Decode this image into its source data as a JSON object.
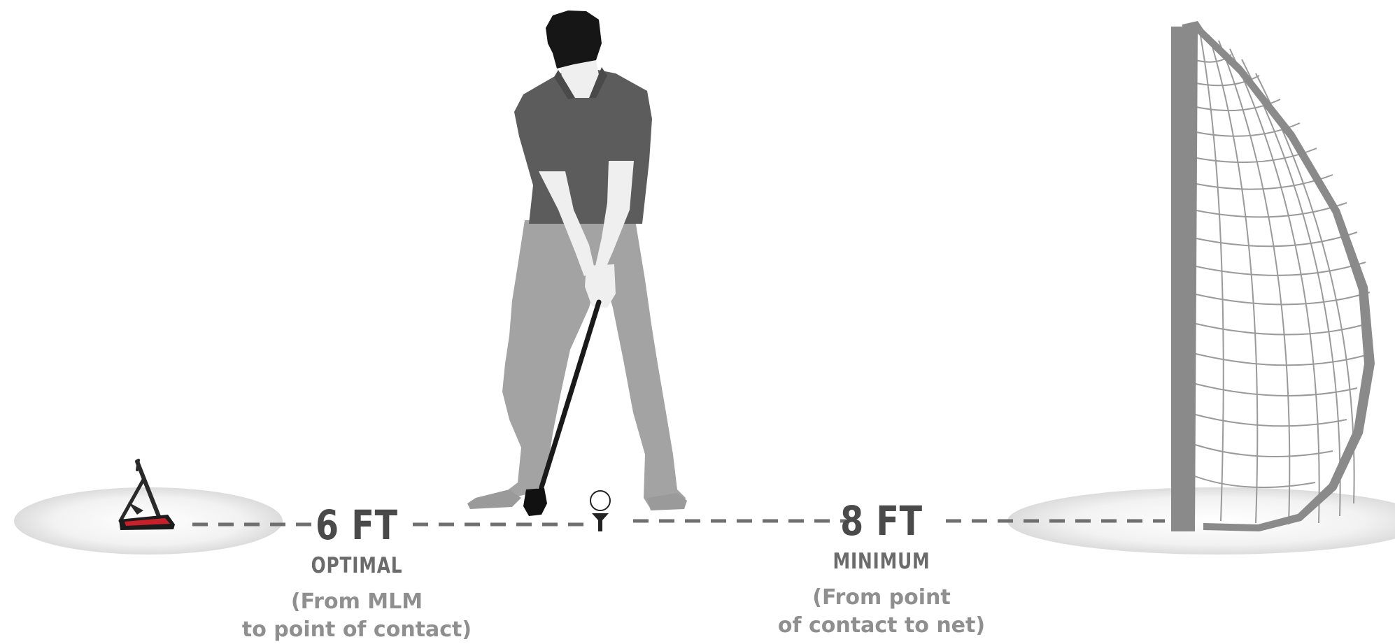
{
  "left_measure": {
    "distance": "6 FT",
    "kind": "OPTIMAL",
    "note_line1": "(From MLM",
    "note_line2": "to point of contact)"
  },
  "right_measure": {
    "distance": "8 FT",
    "kind": "MINIMUM",
    "note_line1": "(From point",
    "note_line2": "of contact to net)"
  },
  "colors": {
    "text_dark": "#4a4a4a",
    "text_mid": "#6b6b6b",
    "text_light": "#8f8f8f",
    "dash": "#6f6f6f",
    "shirt": "#5c5c5c",
    "pants": "#a3a3a3",
    "skin": "#efefef",
    "hair": "#161616",
    "net_frame": "#8a8a8a",
    "device_red": "#c8202a"
  },
  "icons": [
    "launch-monitor-icon",
    "golfer-figure",
    "golf-ball-on-tee-icon",
    "practice-net-icon"
  ]
}
